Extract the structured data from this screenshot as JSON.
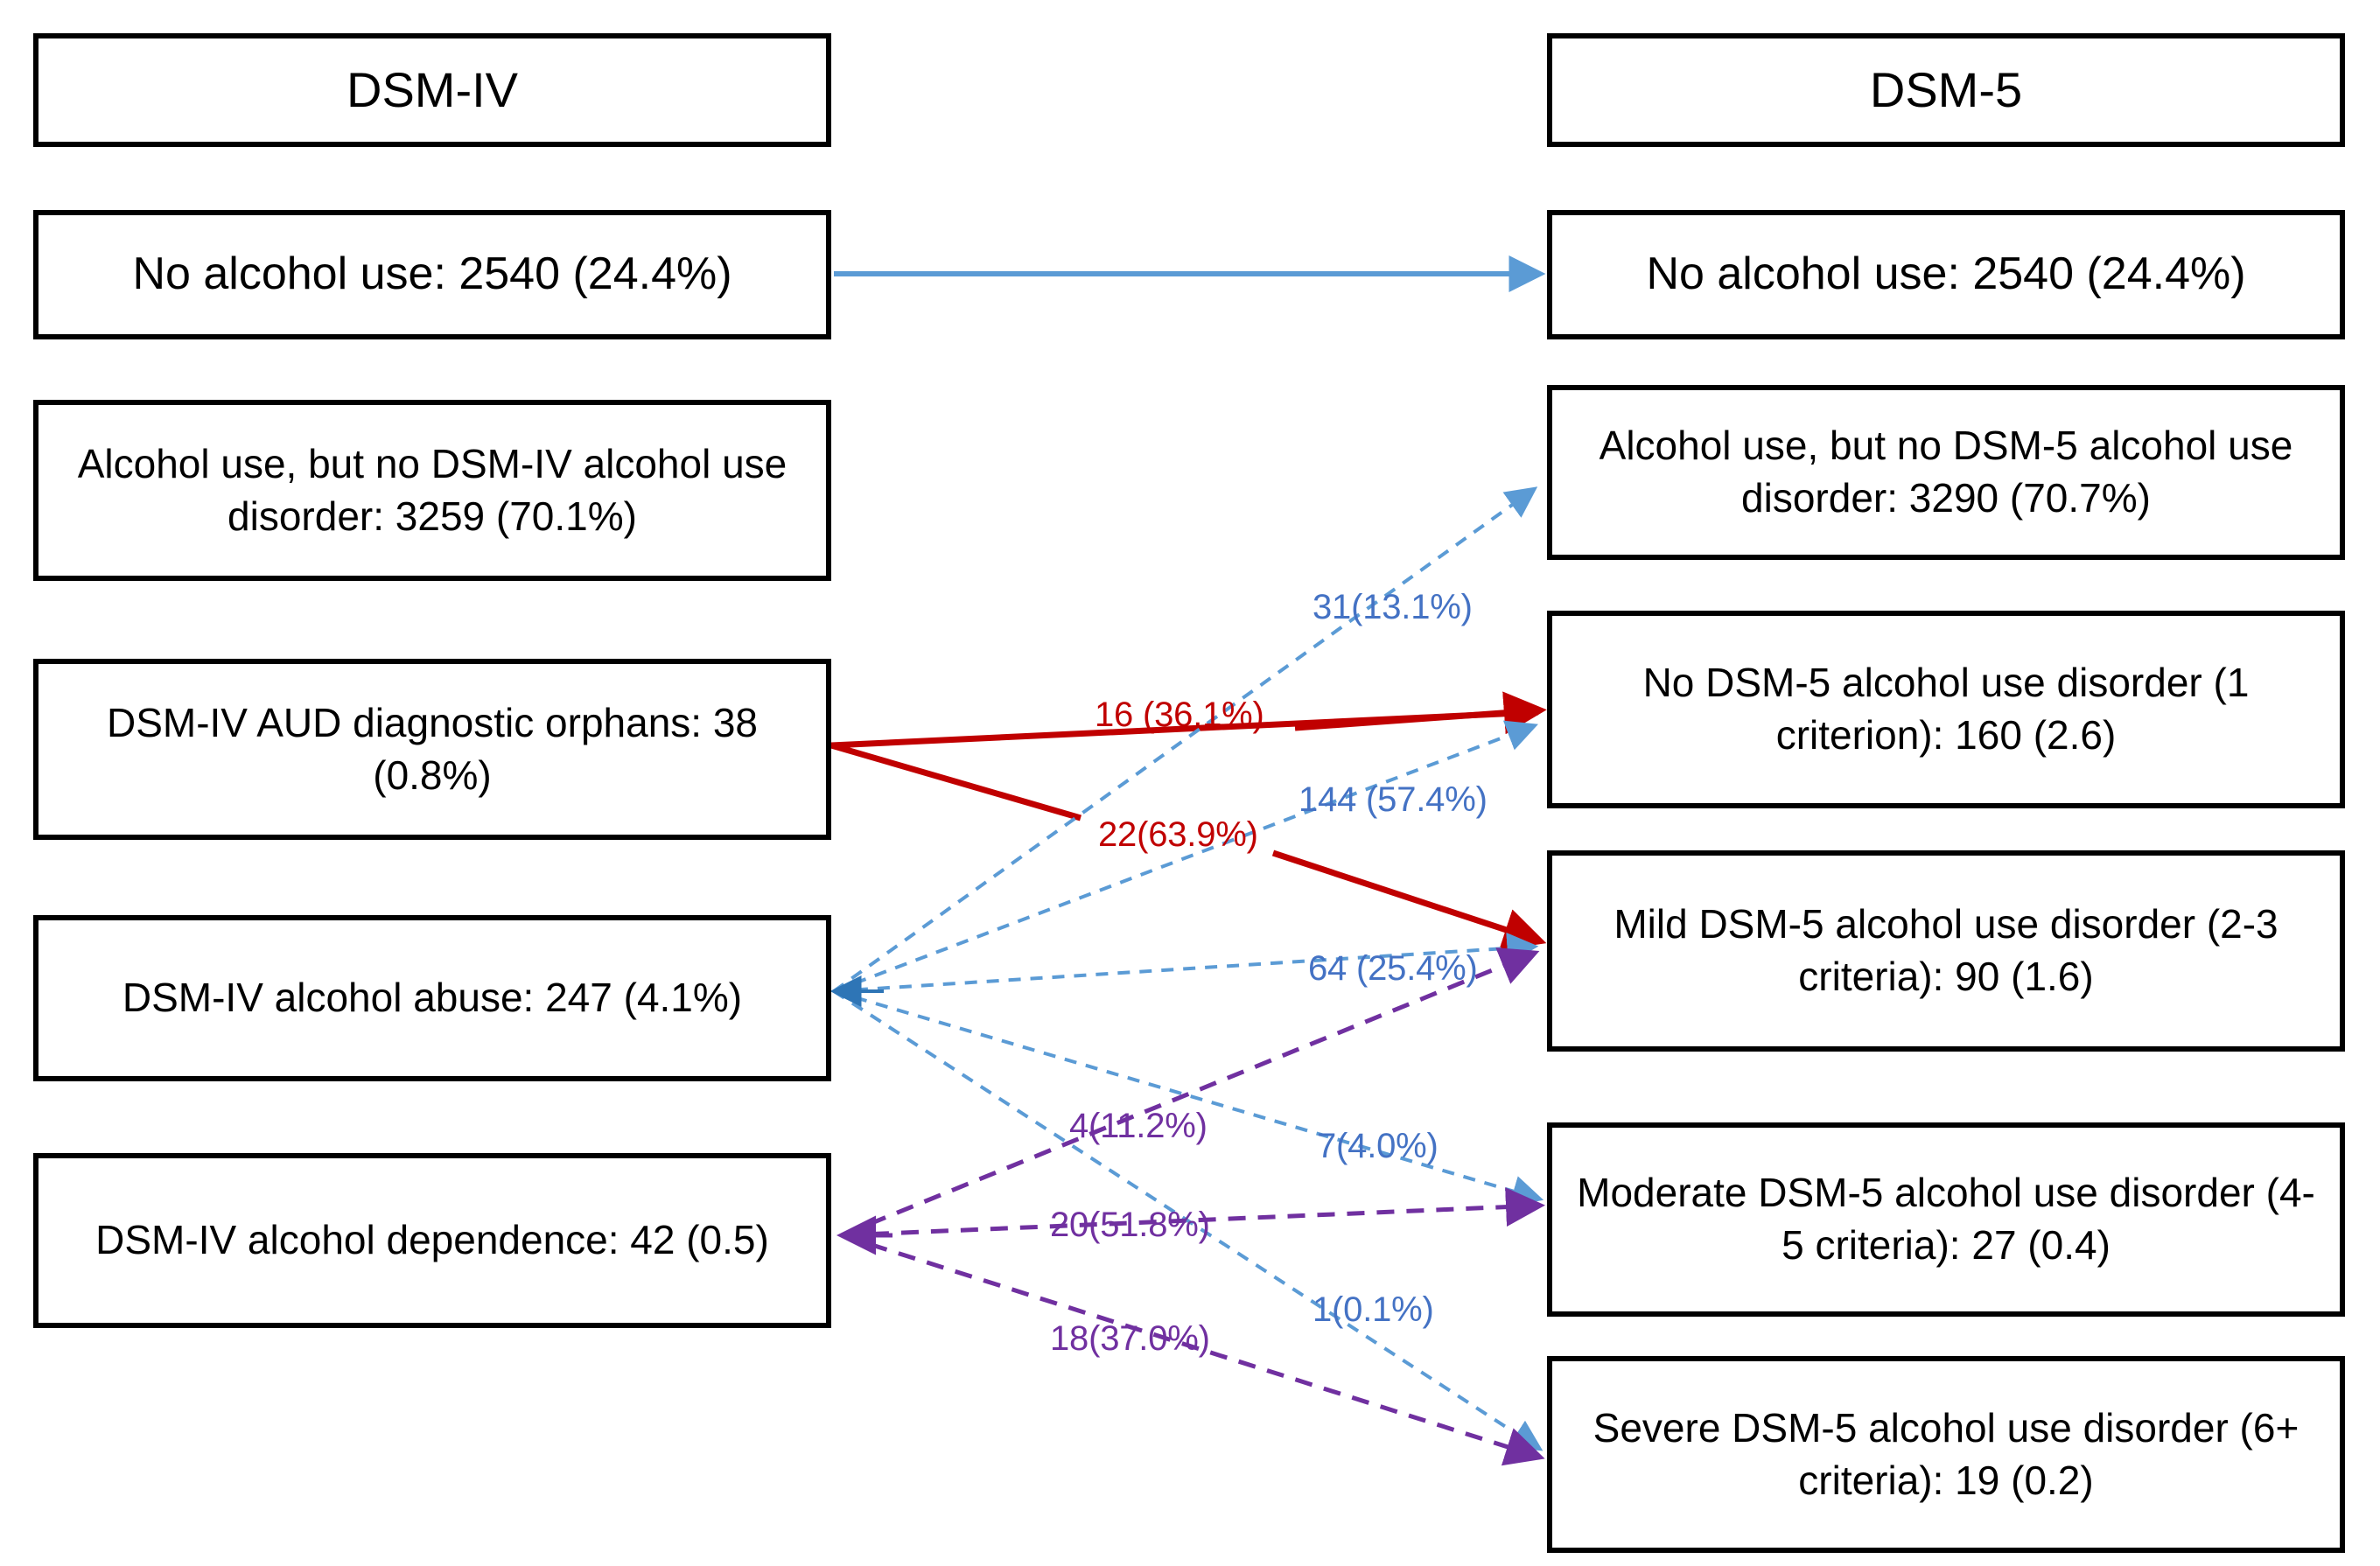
{
  "diagram": {
    "title_left": "DSM-IV",
    "title_right": "DSM-5",
    "colors": {
      "blue": "#4472C4",
      "blue_light": "#5B9BD5",
      "red": "#C00000",
      "purple": "#7030A0",
      "box_border": "#000000",
      "background": "#FFFFFF"
    }
  },
  "left_column": {
    "header": "DSM-IV",
    "nodes": [
      {
        "id": "dsm4-no-use",
        "label": "No alcohol use: 2540 (24.4%)"
      },
      {
        "id": "dsm4-use-no-aud",
        "label": "Alcohol use, but no DSM-IV alcohol use disorder: 3259 (70.1%)"
      },
      {
        "id": "dsm4-orphans",
        "label": "DSM-IV AUD diagnostic orphans: 38 (0.8%)"
      },
      {
        "id": "dsm4-abuse",
        "label": "DSM-IV alcohol abuse: 247 (4.1%)"
      },
      {
        "id": "dsm4-dependence",
        "label": "DSM-IV alcohol dependence: 42 (0.5)"
      }
    ]
  },
  "right_column": {
    "header": "DSM-5",
    "nodes": [
      {
        "id": "dsm5-no-use",
        "label": "No alcohol use: 2540 (24.4%)"
      },
      {
        "id": "dsm5-use-no-aud",
        "label": "Alcohol use, but no DSM-5 alcohol use disorder: 3290 (70.7%)"
      },
      {
        "id": "dsm5-no-aud-1",
        "label": "No DSM-5 alcohol use disorder (1 criterion): 160 (2.6)"
      },
      {
        "id": "dsm5-mild",
        "label": "Mild DSM-5 alcohol use disorder (2-3 criteria): 90 (1.6)"
      },
      {
        "id": "dsm5-moderate",
        "label": "Moderate DSM-5 alcohol use disorder (4-5 criteria): 27 (0.4)"
      },
      {
        "id": "dsm5-severe",
        "label": "Severe DSM-5 alcohol use disorder (6+ criteria): 19 (0.2)"
      }
    ]
  },
  "edge_labels": [
    {
      "id": "e-31",
      "text": "31(13.1%)",
      "color": "blue",
      "source": "dsm4-abuse",
      "target": "dsm5-use-no-aud"
    },
    {
      "id": "e-16",
      "text": "16 (36.1%)",
      "color": "red",
      "source": "dsm4-orphans",
      "target": "dsm5-no-aud-1"
    },
    {
      "id": "e-144",
      "text": "144 (57.4%)",
      "color": "blue",
      "source": "dsm4-abuse",
      "target": "dsm5-no-aud-1"
    },
    {
      "id": "e-22",
      "text": "22(63.9%)",
      "color": "red",
      "source": "dsm4-orphans",
      "target": "dsm5-mild"
    },
    {
      "id": "e-64",
      "text": "64 (25.4%)",
      "color": "blue",
      "source": "dsm4-abuse",
      "target": "dsm5-mild"
    },
    {
      "id": "e-4",
      "text": "4(11.2%)",
      "color": "purple",
      "source": "dsm4-dependence",
      "target": "dsm5-mild"
    },
    {
      "id": "e-7",
      "text": "7(4.0%)",
      "color": "blue",
      "source": "dsm4-abuse",
      "target": "dsm5-moderate"
    },
    {
      "id": "e-20",
      "text": "20(51.8%)",
      "color": "purple",
      "source": "dsm4-dependence",
      "target": "dsm5-moderate"
    },
    {
      "id": "e-1",
      "text": "1(0.1%)",
      "color": "blue",
      "source": "dsm4-abuse",
      "target": "dsm5-severe"
    },
    {
      "id": "e-18",
      "text": "18(37.0%)",
      "color": "purple",
      "source": "dsm4-dependence",
      "target": "dsm5-severe"
    }
  ]
}
